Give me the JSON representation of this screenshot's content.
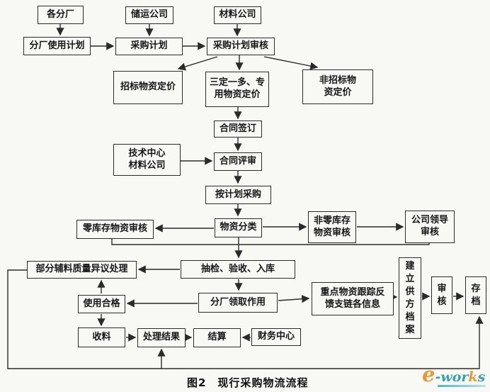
{
  "diagram": {
    "caption": "图2　现行采购物流流程",
    "nodes": {
      "factories": "各分厂",
      "storage_company": "储运公司",
      "material_company": "材料公司",
      "factory_use_plan": "分厂使用计划",
      "purchase_plan": "采购计划",
      "purchase_plan_review": "采购计划审核",
      "bidding_pricing": "招标物资定价",
      "special_pricing": "三定一多、专\n用物资定价",
      "non_bidding_pricing": "非招标物\n资定价",
      "contract_signing": "合同签订",
      "tech_center_material": "技术中心\n材料公司",
      "contract_review": "合同评审",
      "purchase_by_plan": "按计划采购",
      "zero_stock_review": "零库存物资审核",
      "material_classify": "物资分类",
      "non_zero_stock_review": "非零库存\n物资审核",
      "leader_review": "公司领导\n审核",
      "aux_quality_dispute": "部分辅料质量异议处理",
      "inspect_accept_store": "抽检、验收、入库",
      "use_qualified": "使用合格",
      "factory_collect": "分厂领取作用",
      "key_material_tracking": "重点物资跟踪反\n馈支链各信息",
      "build_supplier_archive": "建\n立\n供\n方\n档\n案",
      "review": "审\n核",
      "archive": "存\n档",
      "receive_material": "收料",
      "handle_result": "处理结果",
      "settlement": "结算",
      "finance_center": "财务中心"
    },
    "logo": {
      "e": "e",
      "part1": "-wor",
      "part2": "k",
      "part3": "s"
    }
  },
  "colors": {
    "line": "#2b2b2b",
    "box_border": "#2b2b2b",
    "background": "#f8f8f5",
    "logo_teal": "#3a9fae",
    "logo_orange": "#e8973a"
  }
}
